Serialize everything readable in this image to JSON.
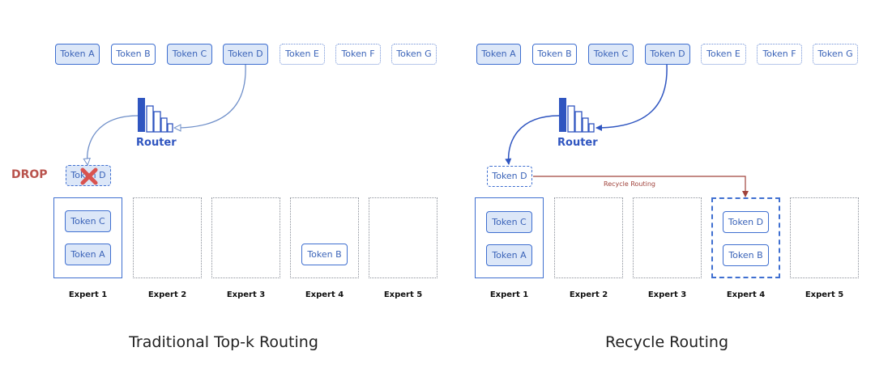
{
  "left": {
    "tokens": [
      "Token A",
      "Token B",
      "Token C",
      "Token D",
      "Token E",
      "Token F",
      "Token G"
    ],
    "router_label": "Router",
    "drop_label": "DROP",
    "dropped_token": "Token D",
    "experts": [
      "Expert 1",
      "Expert 2",
      "Expert 3",
      "Expert 4",
      "Expert 5"
    ],
    "expert1_tokens": [
      "Token C",
      "Token A"
    ],
    "expert4_tokens": [
      "Token B"
    ],
    "caption": "Traditional Top-k Routing"
  },
  "right": {
    "tokens": [
      "Token A",
      "Token B",
      "Token C",
      "Token D",
      "Token E",
      "Token F",
      "Token G"
    ],
    "router_label": "Router",
    "routed_token": "Token D",
    "recycle_label": "Recycle Routing",
    "experts": [
      "Expert 1",
      "Expert 2",
      "Expert 3",
      "Expert 4",
      "Expert 5"
    ],
    "expert1_tokens": [
      "Token C",
      "Token A"
    ],
    "expert4_tokens": [
      "Token D",
      "Token B"
    ],
    "caption": "Recycle Routing"
  },
  "colors": {
    "primary": "#3f6fd0",
    "fill": "#dce7f8",
    "drop": "#b9534d",
    "recycle": "#a0433c"
  },
  "icons": {
    "router": "router-histogram-icon",
    "drop": "red-x-icon"
  }
}
